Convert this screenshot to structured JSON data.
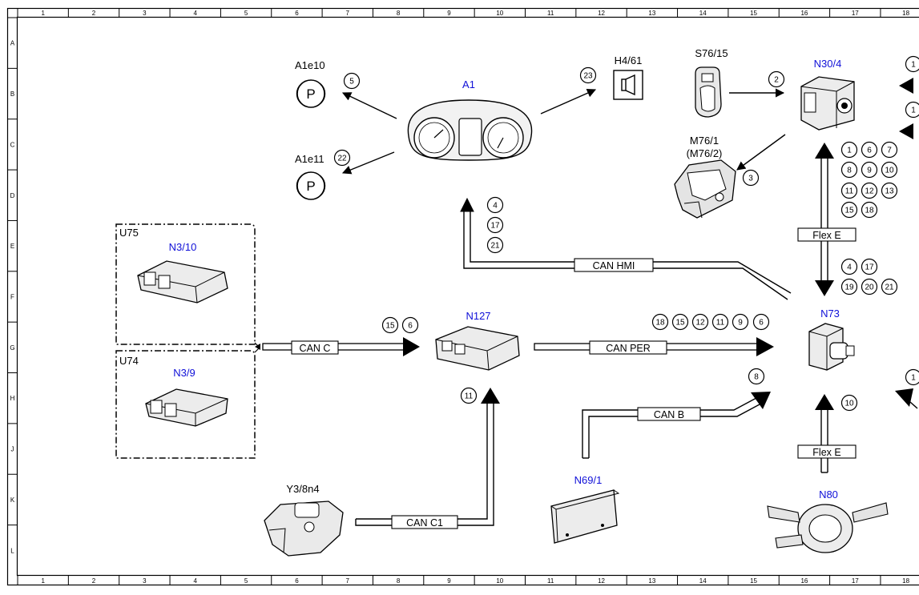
{
  "grid": {
    "columns": [
      "1",
      "2",
      "3",
      "4",
      "5",
      "6",
      "7",
      "8",
      "9",
      "10",
      "11",
      "12",
      "13",
      "14",
      "15",
      "16",
      "17",
      "18"
    ],
    "rows": [
      "A",
      "B",
      "C",
      "D",
      "E",
      "F",
      "G",
      "H",
      "J",
      "K",
      "L"
    ]
  },
  "components": {
    "a1": "A1",
    "a1e10": "A1e10",
    "a1e11": "A1e11",
    "h4_61": "H4/61",
    "s76_15": "S76/15",
    "n30_4": "N30/4",
    "m76_1": "M76/1",
    "m76_2": "(M76/2)",
    "u75": "U75",
    "n3_10": "N3/10",
    "u74": "U74",
    "n3_9": "N3/9",
    "n127": "N127",
    "n73": "N73",
    "y3_8n4": "Y3/8n4",
    "n69_1": "N69/1",
    "n80": "N80"
  },
  "buses": {
    "can_c": "CAN C",
    "can_per": "CAN PER",
    "can_hmi": "CAN HMI",
    "can_b": "CAN B",
    "can_c1": "CAN C1",
    "flex_e_top": "Flex E",
    "flex_e_bottom": "Flex E"
  },
  "markers": {
    "a1e10": [
      "5"
    ],
    "a1e11": [
      "22"
    ],
    "h4_61": [
      "23"
    ],
    "n30_4": [
      "2"
    ],
    "m76_1": [
      "3"
    ],
    "hmi": [
      "4",
      "17",
      "21"
    ],
    "can_c": [
      "15",
      "6"
    ],
    "can_per": [
      "18",
      "15",
      "12",
      "11",
      "9",
      "6"
    ],
    "can_b": [
      "8"
    ],
    "can_c1": [
      "11"
    ],
    "flex_top": [
      "1",
      "6",
      "7",
      "8",
      "9",
      "10",
      "11",
      "12",
      "13",
      "15",
      "18"
    ],
    "n73_upper": [
      "4",
      "17",
      "19",
      "20",
      "21"
    ],
    "flex_bottom": [
      "10"
    ],
    "edge_right": [
      "1",
      "1",
      "1"
    ]
  },
  "icons": {
    "park_brake": "P",
    "buzzer": "speaker-icon"
  }
}
